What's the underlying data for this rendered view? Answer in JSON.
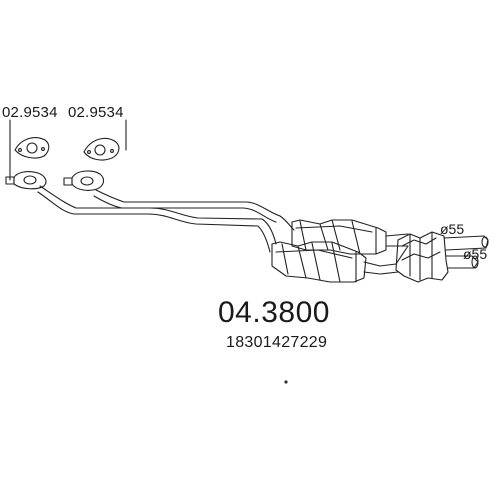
{
  "gaskets": [
    {
      "label": "02.9534"
    },
    {
      "label": "02.9534"
    }
  ],
  "part": {
    "number": "04.3800",
    "oem_number": "18301427229"
  },
  "outlets": [
    {
      "label": "ø55"
    },
    {
      "label": "ø55"
    }
  ],
  "colors": {
    "line": "#222222",
    "background": "#ffffff"
  }
}
